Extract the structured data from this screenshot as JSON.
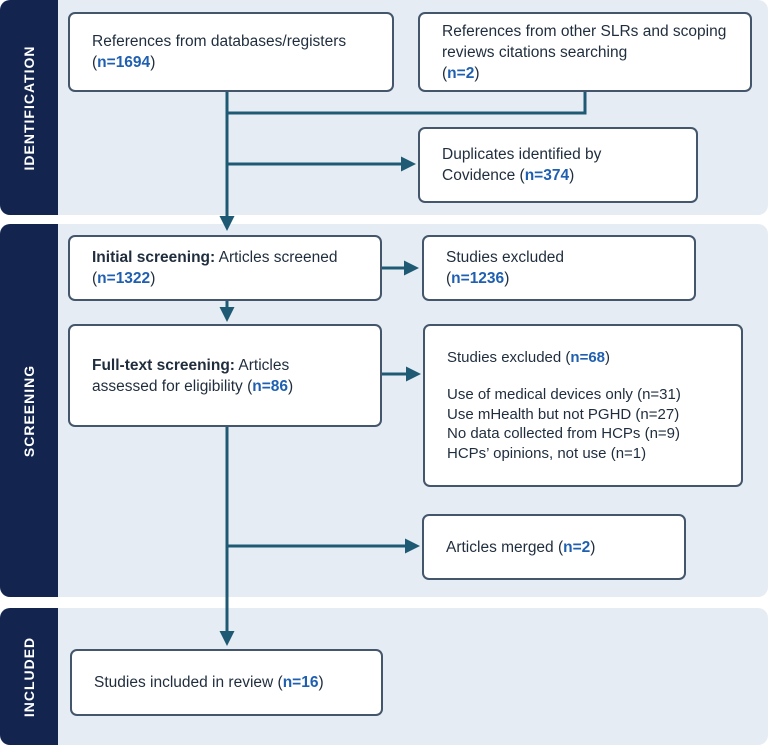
{
  "phases": {
    "identification": "IDENTIFICATION",
    "screening": "SCREENING",
    "included": "INCLUDED"
  },
  "boxes": {
    "databases": {
      "text": "References from databases/registers",
      "n": "n=1694"
    },
    "other_sources": {
      "text": "References from other SLRs and scoping reviews citations searching",
      "n": "n=2"
    },
    "duplicates": {
      "text": "Duplicates identified by Covidence",
      "n": "n=374"
    },
    "initial_screening": {
      "bold": "Initial screening:",
      "text": "Articles screened",
      "n": "n=1322"
    },
    "excluded_initial": {
      "text": "Studies excluded",
      "n": "n=1236"
    },
    "fulltext_screening": {
      "bold": "Full-text screening:",
      "text": "Articles assessed for eligibility",
      "n": "n=86"
    },
    "excluded_fulltext": {
      "text": "Studies excluded",
      "n": "n=68",
      "reasons": [
        "Use of medical devices only (n=31)",
        "Use mHealth but not PGHD (n=27)",
        "No data collected from HCPs (n=9)",
        "HCPs’ opinions, not use (n=1)"
      ]
    },
    "merged": {
      "text": "Articles merged",
      "n": "n=2"
    },
    "included": {
      "text": "Studies included in review",
      "n": "n=16"
    }
  },
  "colors": {
    "phase_label_bg": "#13254f",
    "phase_band_bg": "#e6ecf4",
    "box_border": "#43566b",
    "arrow": "#1e5a73",
    "count_text": "#1f5fb0"
  }
}
